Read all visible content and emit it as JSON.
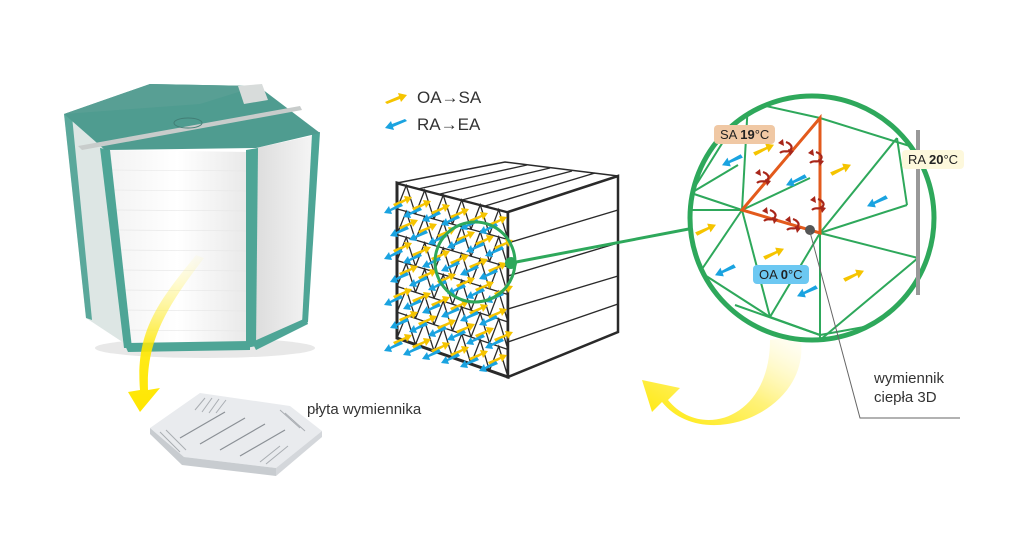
{
  "legend": {
    "items": [
      {
        "label": "OA→SA",
        "icon": "yellow-arrow-icon",
        "color": "#f5c400"
      },
      {
        "label": "RA→EA",
        "icon": "blue-arrow-icon",
        "color": "#1aa3e0"
      }
    ]
  },
  "labels": {
    "plate": "płyta wymiennika",
    "exchanger_line1": "wymiennik",
    "exchanger_line2": "ciepła 3D"
  },
  "temperatures": {
    "sa": {
      "name": "SA",
      "value": "19",
      "unit": "°C",
      "bg": "#f0c8a4"
    },
    "ra": {
      "name": "RA",
      "value": "20",
      "unit": "°C",
      "bg": "#fdf8dc"
    },
    "oa": {
      "name": "OA",
      "value": "0",
      "unit": "°C",
      "bg": "#6cc8f2"
    }
  },
  "colors": {
    "green": "#2ea85b",
    "orange": "#e35a1c",
    "dark_red": "#a8261a",
    "yellow": "#f5c400",
    "blue": "#1aa3e0",
    "teal": "#4e9e92",
    "gray": "#999999",
    "highlight_yellow": "#ffe800"
  }
}
